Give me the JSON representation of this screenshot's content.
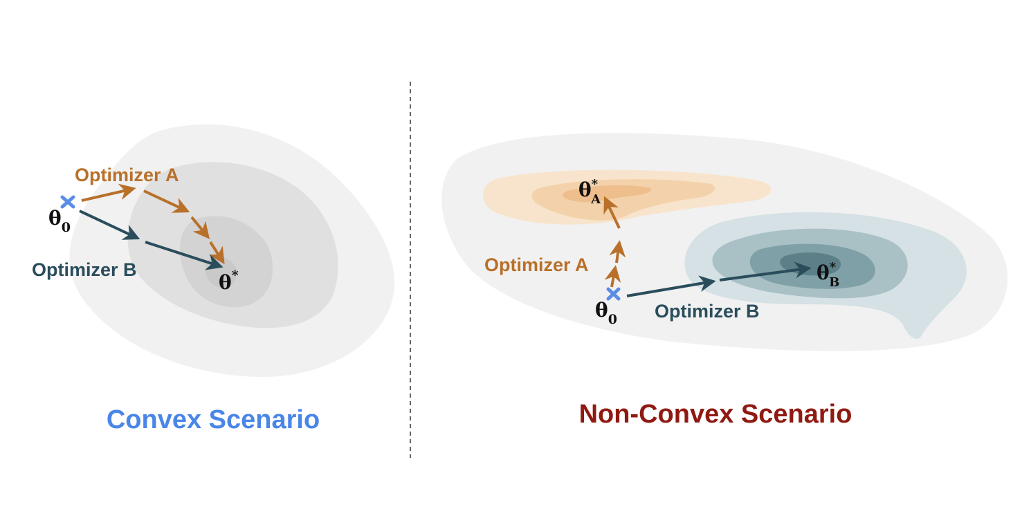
{
  "colors": {
    "optimizer_a": "#b8702a",
    "optimizer_b": "#2a4d5c",
    "start_marker": "#5b8de6",
    "convex_title": "#4a86e8",
    "nonconvex_title": "#8f1a12",
    "basin_gray_1": "#f1f1f1",
    "basin_gray_2": "#e0e0e0",
    "basin_gray_3": "#d3d3d3",
    "basin_gray_4": "#c9c9c9",
    "basin_orange_1": "#f8e4cc",
    "basin_orange_2": "#f3d2ab",
    "basin_orange_3": "#eebf8d",
    "basin_teal_1": "#d5e1e4",
    "basin_teal_2": "#a9c0c5",
    "basin_teal_3": "#7fa0a7",
    "basin_teal_4": "#5c7f88",
    "divider": "#666666"
  },
  "convex": {
    "title": "Convex Scenario",
    "optimizer_a_label": "Optimizer A",
    "optimizer_b_label": "Optimizer B",
    "start_symbol": "θ",
    "start_subscript": "0",
    "optimum_symbol": "θ",
    "optimum_superscript": "*"
  },
  "nonconvex": {
    "title": "Non-Convex Scenario",
    "optimizer_a_label": "Optimizer A",
    "optimizer_b_label": "Optimizer B",
    "start_symbol": "θ",
    "start_subscript": "0",
    "optimum_a_symbol": "θ",
    "optimum_a_superscript": "*",
    "optimum_a_subscript": "A",
    "optimum_b_symbol": "θ",
    "optimum_b_superscript": "*",
    "optimum_b_subscript": "B"
  },
  "icons": {
    "start_marker": "x-mark-icon"
  }
}
